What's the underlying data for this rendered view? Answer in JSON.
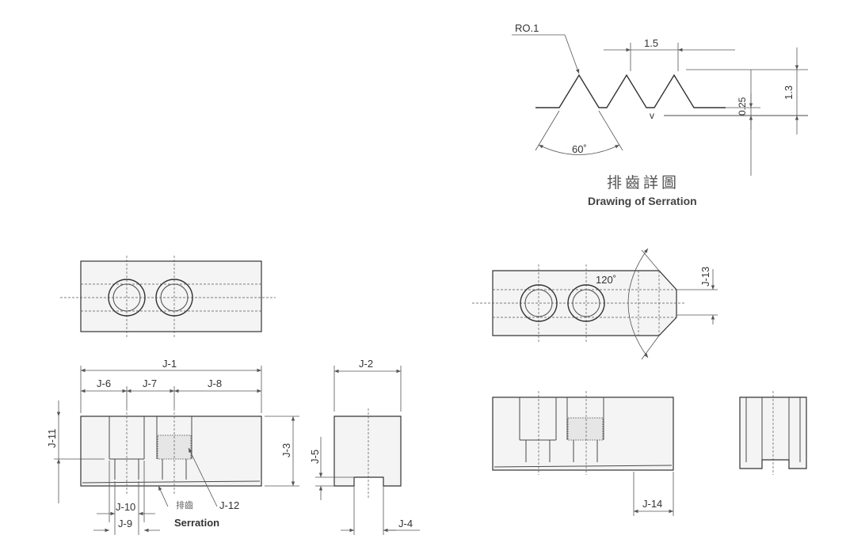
{
  "serration_detail": {
    "title_zh": "排齒詳圖",
    "title_en": "Drawing of Serration",
    "radius_label": "RO.1",
    "pitch_label": "1.5",
    "angle_label": "60˚",
    "depth_small_label": "0.25",
    "height_label": "1.3"
  },
  "front_view": {
    "j1": "J-1",
    "j6": "J-6",
    "j7": "J-7",
    "j8": "J-8",
    "j11": "J-11",
    "j3": "J-3",
    "j9": "J-9",
    "j10": "J-10",
    "j12": "J-12",
    "serration_zh": "排齒",
    "serration_en": "Serration"
  },
  "side_view": {
    "j2": "J-2",
    "j5": "J-5",
    "j4": "J-4"
  },
  "right_top_view": {
    "j13": "J-13",
    "angle_label": "120˚"
  },
  "right_front_view": {
    "j14": "J-14"
  },
  "colors": {
    "line": "#4a4a4a",
    "fill": "#f4f4f4"
  }
}
